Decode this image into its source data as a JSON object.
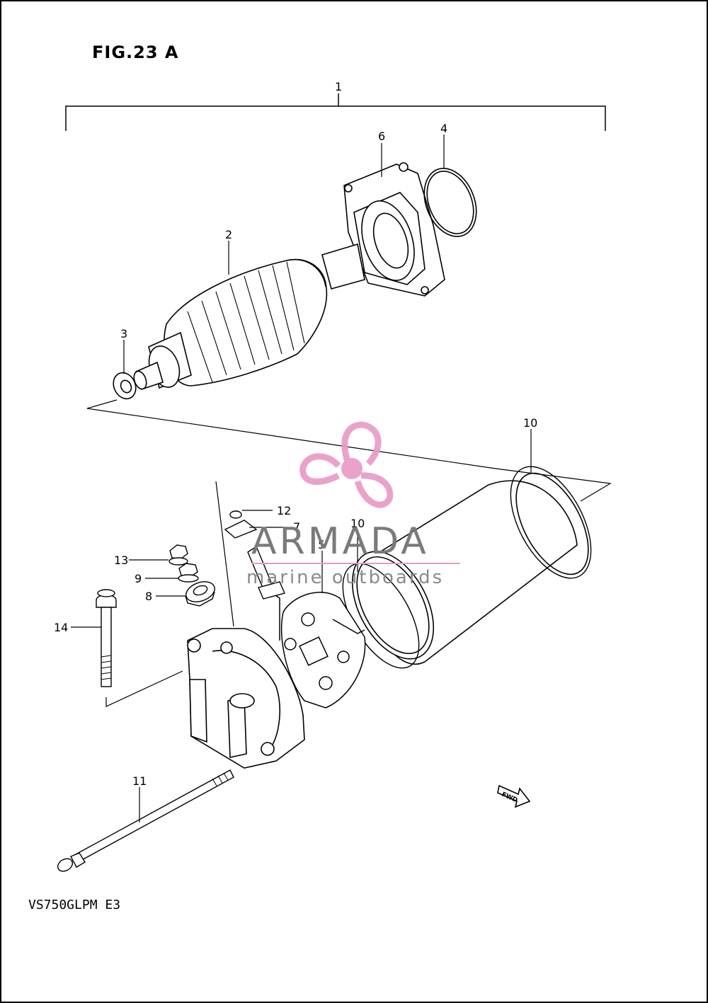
{
  "figure": {
    "title": "FIG.23 A",
    "model_code": "VS750GLPM E3",
    "fwd_label": "FWD"
  },
  "callouts": {
    "c1": "1",
    "c2": "2",
    "c3": "3",
    "c4": "4",
    "c5": "5",
    "c6": "6",
    "c7": "7",
    "c8": "8",
    "c9": "9",
    "c10a": "10",
    "c10b": "10",
    "c11": "11",
    "c12": "12",
    "c13": "13",
    "c14": "14"
  },
  "watermark": {
    "brand": "ARMADA",
    "tagline": "marine outboards",
    "logo_color": "#e79ac6",
    "logo": "propeller-logo"
  },
  "colors": {
    "line": "#000000",
    "paper": "#ffffff"
  }
}
